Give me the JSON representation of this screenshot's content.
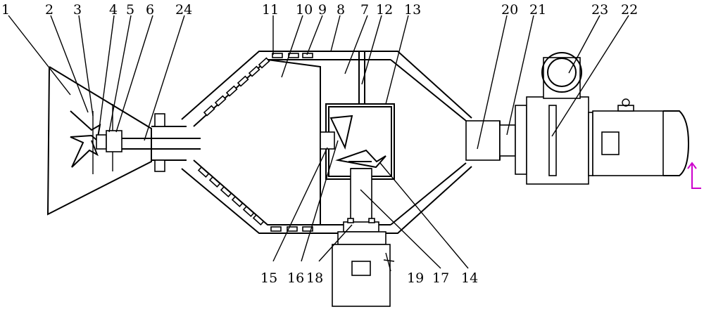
{
  "diagram": {
    "labels_top": [
      "1",
      "2",
      "3",
      "4",
      "5",
      "6",
      "24",
      "11",
      "10",
      "9",
      "8",
      "7",
      "12",
      "13",
      "20",
      "21",
      "23",
      "22"
    ],
    "labels_bottom": [
      "15",
      "16",
      "18",
      "19",
      "17",
      "14"
    ]
  },
  "colors": {
    "line": "#000000",
    "marker": "#cc00cc"
  }
}
